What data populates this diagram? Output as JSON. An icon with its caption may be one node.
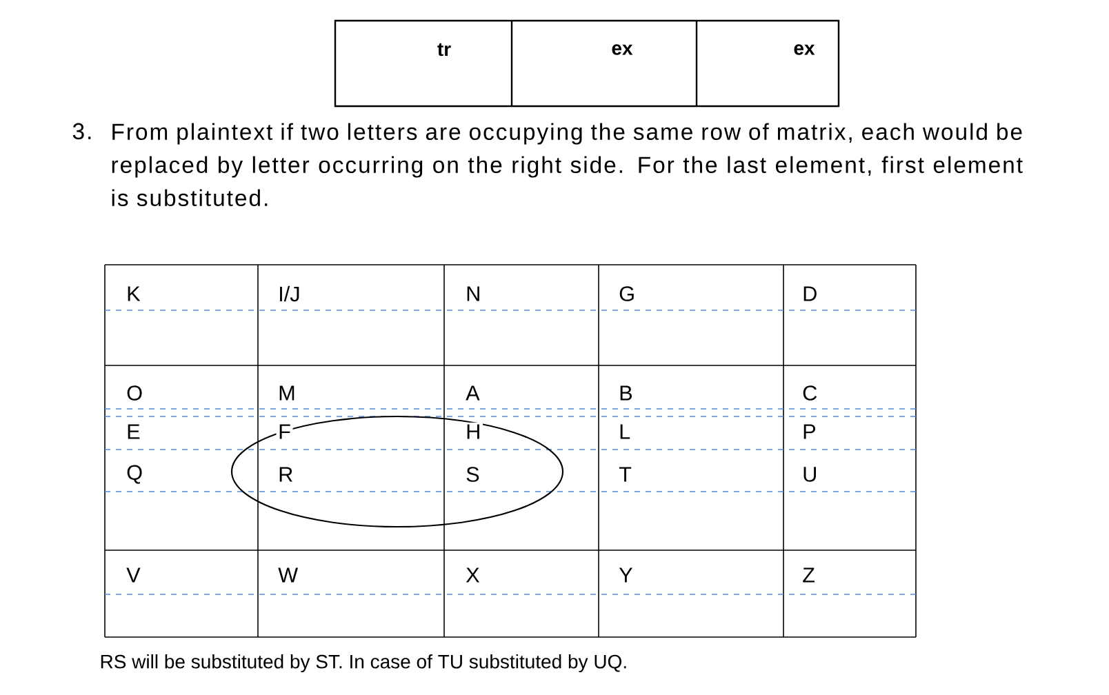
{
  "diagram": {
    "nodes": [
      {
        "text": [],
        "shape": "ellipse"
      }
    ],
    "labels": [
      "tr",
      "ex",
      "ex",
      "3.",
      "From plaintext if two letters are occupying the same row of matrix, each would be replaced by letter occurring on the right side. For the last element, first element is substituted.",
      "K",
      "I/J",
      "N",
      "G",
      "D",
      "O",
      "M",
      "A",
      "B",
      "C",
      "E",
      "F",
      "H",
      "L",
      "P",
      "Q",
      "R",
      "S",
      "T",
      "U",
      "V",
      "W",
      "X",
      "Y",
      "Z",
      "RS will be substituted  by ST. In case of TU substituted  by UQ."
    ]
  }
}
